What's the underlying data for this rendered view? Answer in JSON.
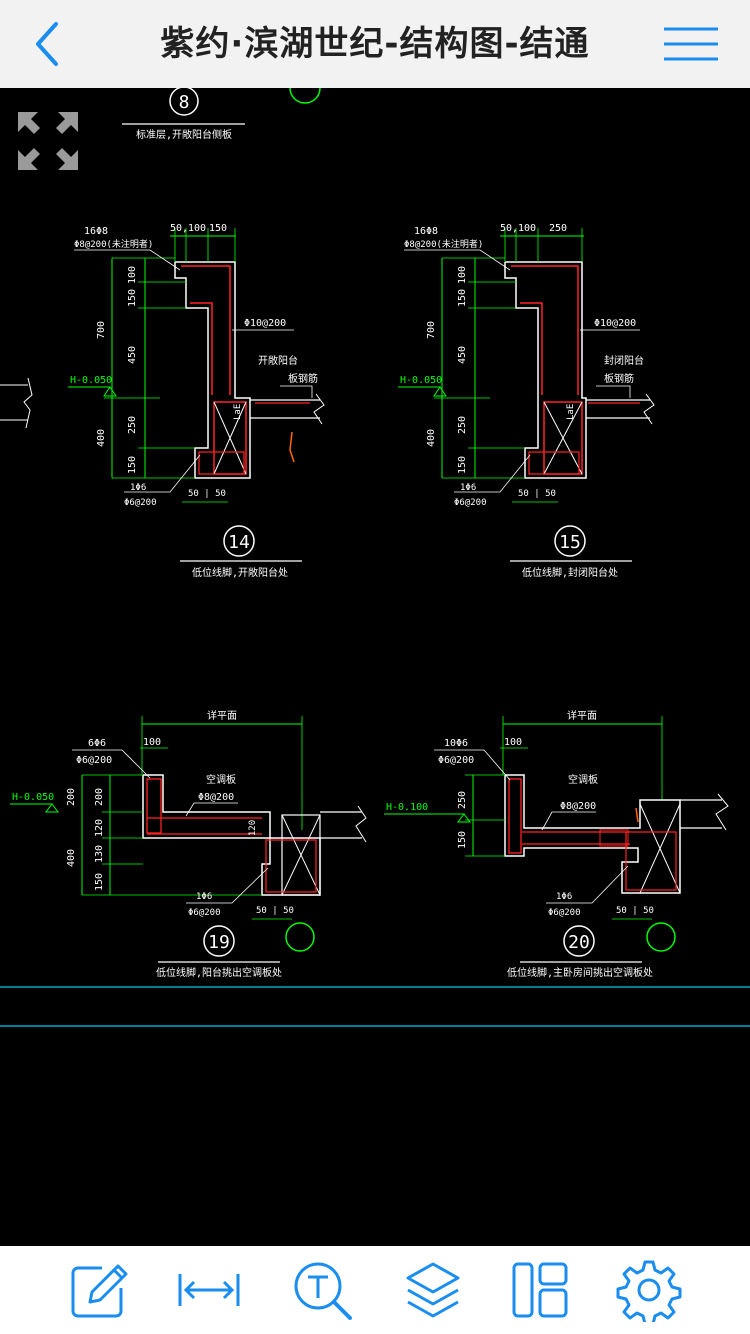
{
  "header": {
    "title": "紫约·滨湖世纪-结构图-结通"
  },
  "colors": {
    "accent": "#1a8ef0",
    "cad_green": "#00ff00",
    "cad_red": "#ff2a2a",
    "cad_white": "#ffffff",
    "cad_cyan": "#00e0ff"
  },
  "drawing": {
    "labels": {
      "top_detail_no": "8",
      "top_caption": "标准层,开敞阳台侧板",
      "d14": {
        "no": "14",
        "caption": "低位线脚,开敞阳台处",
        "rebar_top": "16Φ8",
        "stirrup_top": "Φ8@200(未注明者)",
        "dim_top": "50,100",
        "dim_top2": "150",
        "dim_v_total": "700",
        "dim_v1": "100",
        "dim_v2": "150",
        "dim_v3": "450",
        "dim_v4": "250",
        "dim_v5": "150",
        "dim_v_lower": "400",
        "rebar_right": "Φ10@200",
        "elev": "H-0.050",
        "note1": "开敞阳台",
        "note2": "板钢筋",
        "bot1": "1Φ6",
        "bot2": "Φ6@200",
        "bot_dim": "50 | 50",
        "lae": "LaE"
      },
      "d15": {
        "no": "15",
        "caption": "低位线脚,封闭阳台处",
        "rebar_top": "16Φ8",
        "stirrup_top": "Φ8@200(未注明者)",
        "dim_top": "50,100",
        "dim_top2": "250",
        "dim_v_total": "700",
        "dim_v1": "100",
        "dim_v2": "150",
        "dim_v3": "450",
        "dim_v4": "250",
        "dim_v5": "150",
        "dim_v_lower": "400",
        "rebar_right": "Φ10@200",
        "elev": "H-0.050",
        "note1": "封闭阳台",
        "note2": "板钢筋",
        "bot1": "1Φ6",
        "bot2": "Φ6@200",
        "bot_dim": "50 | 50",
        "lae": "LaE"
      },
      "d19": {
        "no": "19",
        "caption": "低位线脚,阳台挑出空调板处",
        "dim_top": "详平面",
        "rebar_top": "6Φ6",
        "stirrup_top": "Φ6@200",
        "dim_100": "100",
        "note_ac": "空调板",
        "ac_rebar": "Φ8@200",
        "elev": "H-0.050",
        "v1": "200",
        "v2": "200",
        "v3": "120",
        "v4": "130",
        "v5": "150",
        "v_total": "400",
        "v_right": "120",
        "bot1": "1Φ6",
        "bot2": "Φ6@200",
        "bot_dim": "50 | 50"
      },
      "d20": {
        "no": "20",
        "caption": "低位线脚,主卧房间挑出空调板处",
        "dim_top": "详平面",
        "rebar_top": "10Φ6",
        "stirrup_top": "Φ6@200",
        "dim_100": "100",
        "note_ac": "空调板",
        "ac_rebar": "Φ8@200",
        "elev": "H-0.100",
        "v1": "250",
        "v2": "150",
        "bot1": "1Φ6",
        "bot2": "Φ6@200",
        "bot_dim": "50 | 50"
      }
    }
  },
  "toolbar": {
    "items": [
      {
        "name": "annotate"
      },
      {
        "name": "measure"
      },
      {
        "name": "text-search"
      },
      {
        "name": "layers"
      },
      {
        "name": "layout"
      },
      {
        "name": "settings"
      }
    ]
  }
}
